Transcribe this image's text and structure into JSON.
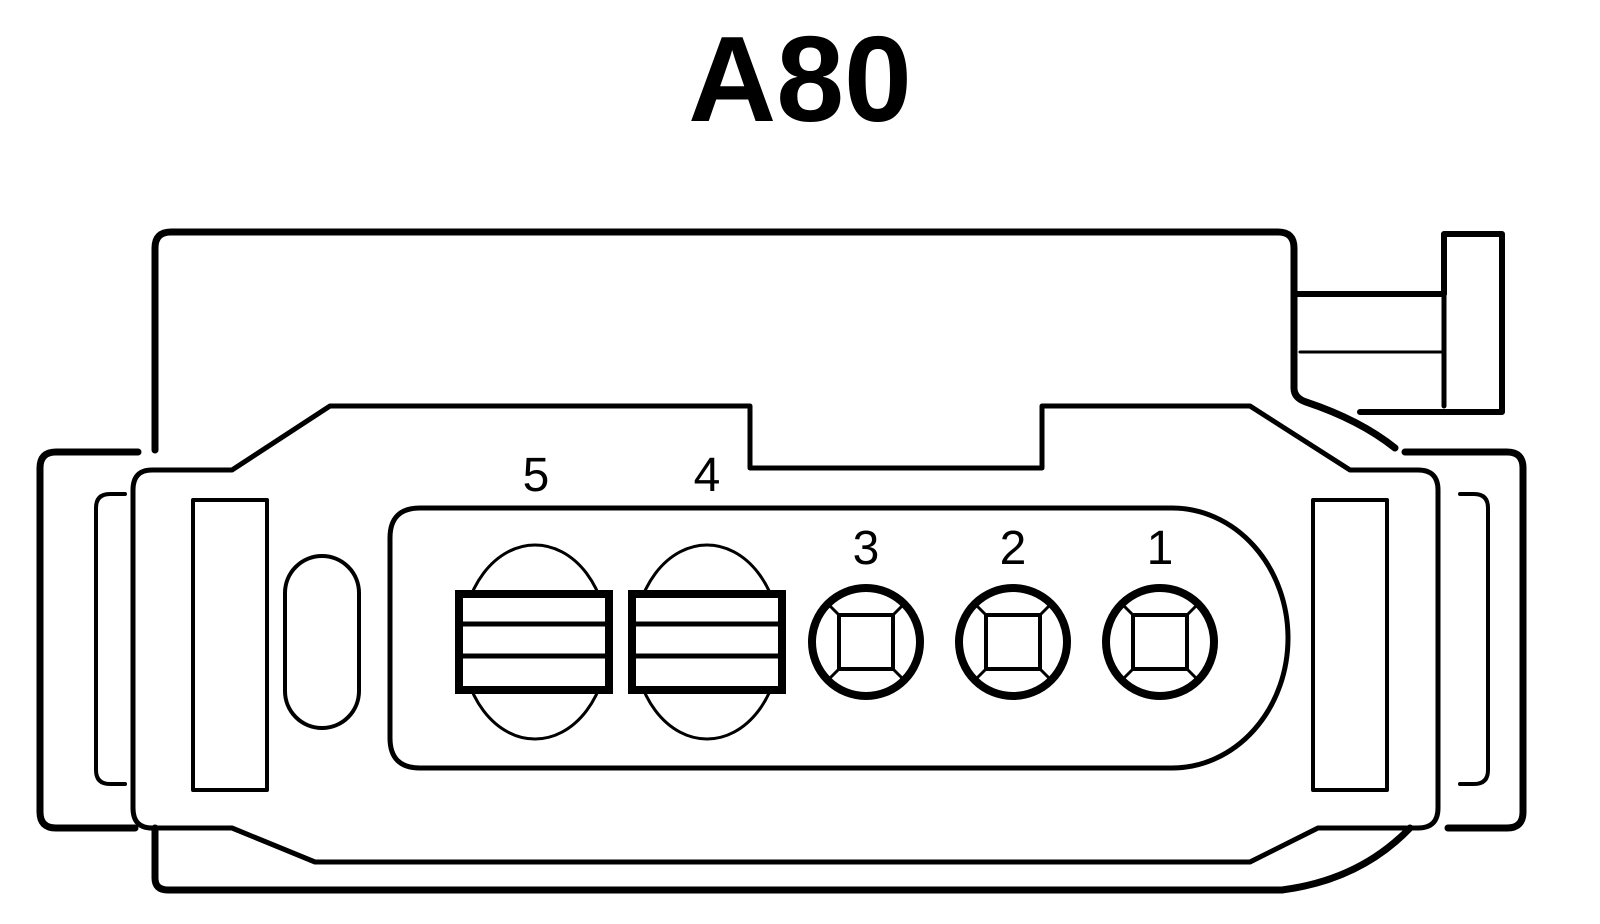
{
  "title": "A80",
  "pins": [
    {
      "label": "5",
      "type": "large-blade"
    },
    {
      "label": "4",
      "type": "large-blade"
    },
    {
      "label": "3",
      "type": "small-square"
    },
    {
      "label": "2",
      "type": "small-square"
    },
    {
      "label": "1",
      "type": "small-square"
    }
  ],
  "colors": {
    "line": "#000000",
    "background": "#ffffff"
  }
}
